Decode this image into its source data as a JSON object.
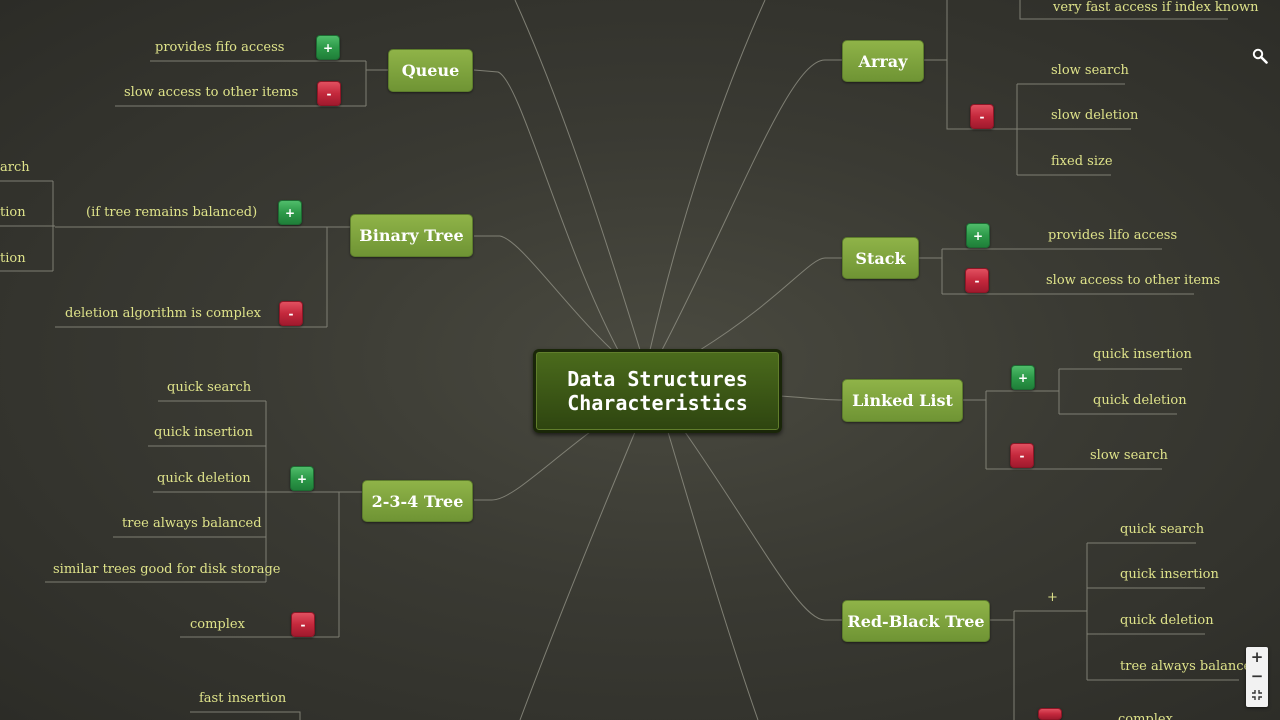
{
  "colors": {
    "background": "#3a3a33",
    "node": "#7ea23e",
    "central_node": "#3a5415",
    "leaf_text": "#dfe38a",
    "connector": "#8a8a80",
    "plus_badge": "#2d9a49",
    "minus_badge": "#c4283c"
  },
  "central": {
    "line1": "Data Structures",
    "line2": "Characteristics"
  },
  "nodes": {
    "queue": "Queue",
    "binary_tree": "Binary Tree",
    "tree234": "2-3-4 Tree",
    "array": "Array",
    "stack": "Stack",
    "linked_list": "Linked List",
    "red_black_tree": "Red-Black Tree"
  },
  "badges": {
    "plus": "+",
    "minus": "-"
  },
  "leaves": {
    "queue_plus": "provides fifo access",
    "queue_minus": "slow access to other items",
    "bt_cut1": "arch",
    "bt_cut2": "tion",
    "bt_cut3": "tion",
    "bt_plus": "(if tree remains balanced)",
    "bt_minus": "deletion algorithm is complex",
    "t234_1": "quick search",
    "t234_2": "quick insertion",
    "t234_3": "quick deletion",
    "t234_4": "tree always balanced",
    "t234_5": "similar trees good for disk storage",
    "t234_minus": "complex",
    "bottom_left": "fast insertion",
    "array_top": "very fast access if index known",
    "array_m1": "slow search",
    "array_m2": "slow deletion",
    "array_m3": "fixed size",
    "stack_plus": "provides lifo access",
    "stack_minus": "slow access to other items",
    "ll_p1": "quick insertion",
    "ll_p2": "quick deletion",
    "ll_minus": "slow search",
    "rb_1": "quick search",
    "rb_2": "quick insertion",
    "rb_3": "quick deletion",
    "rb_4": "tree always balanced",
    "rb_cut": "complex"
  },
  "controls": {
    "search_icon": "magnifier-icon",
    "zoom_in": "+",
    "zoom_out": "−",
    "fit_icon": "fit-screen-icon"
  }
}
